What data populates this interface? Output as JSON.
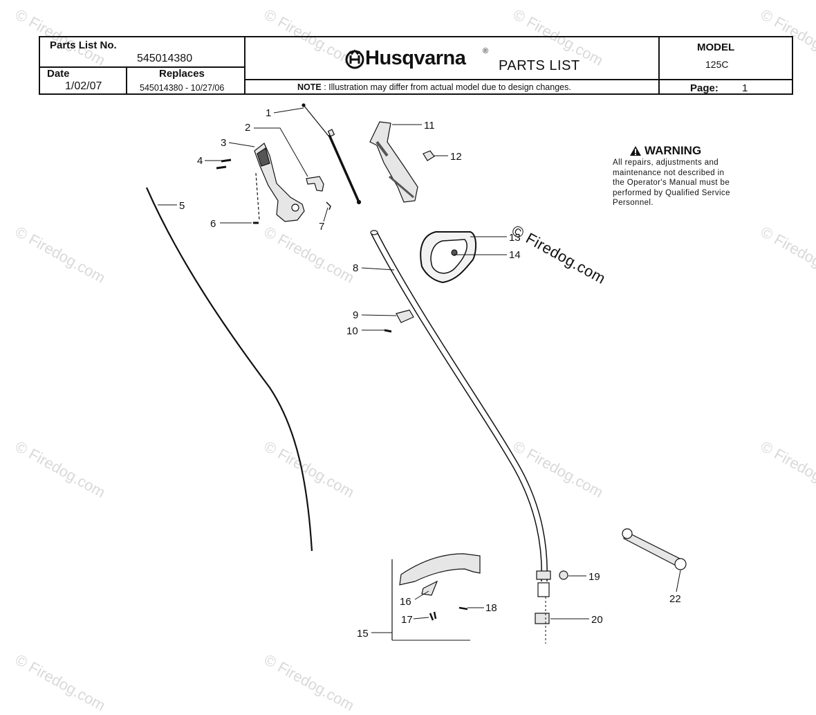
{
  "header": {
    "parts_list_no_label": "Parts List No.",
    "parts_list_no": "545014380",
    "date_label": "Date",
    "date": "1/02/07",
    "replaces_label": "Replaces",
    "replaces": "545014380 - 10/27/06",
    "brand": "Husqvarna",
    "brand_reg": "®",
    "title": "PARTS LIST",
    "note_label": "NOTE",
    "note_text": ": Illustration may differ from actual model due to design changes.",
    "model_label": "MODEL",
    "model": "125C",
    "page_label": "Page:",
    "page": "1"
  },
  "warning": {
    "title": "WARNING",
    "body": "All repairs, adjustments and\nmaintenance not described in\nthe Operator's Manual must be\nperformed by Qualified Service\nPersonnel."
  },
  "watermark": "© Firedog.com",
  "callouts": [
    "1",
    "2",
    "3",
    "4",
    "5",
    "6",
    "7",
    "8",
    "9",
    "10",
    "11",
    "12",
    "13",
    "14",
    "15",
    "16",
    "17",
    "18",
    "19",
    "20",
    "22"
  ],
  "colors": {
    "ink": "#111111",
    "part_fill": "#e6e6e6",
    "part_dark": "#555555",
    "ghost": "#d9d9d9"
  }
}
